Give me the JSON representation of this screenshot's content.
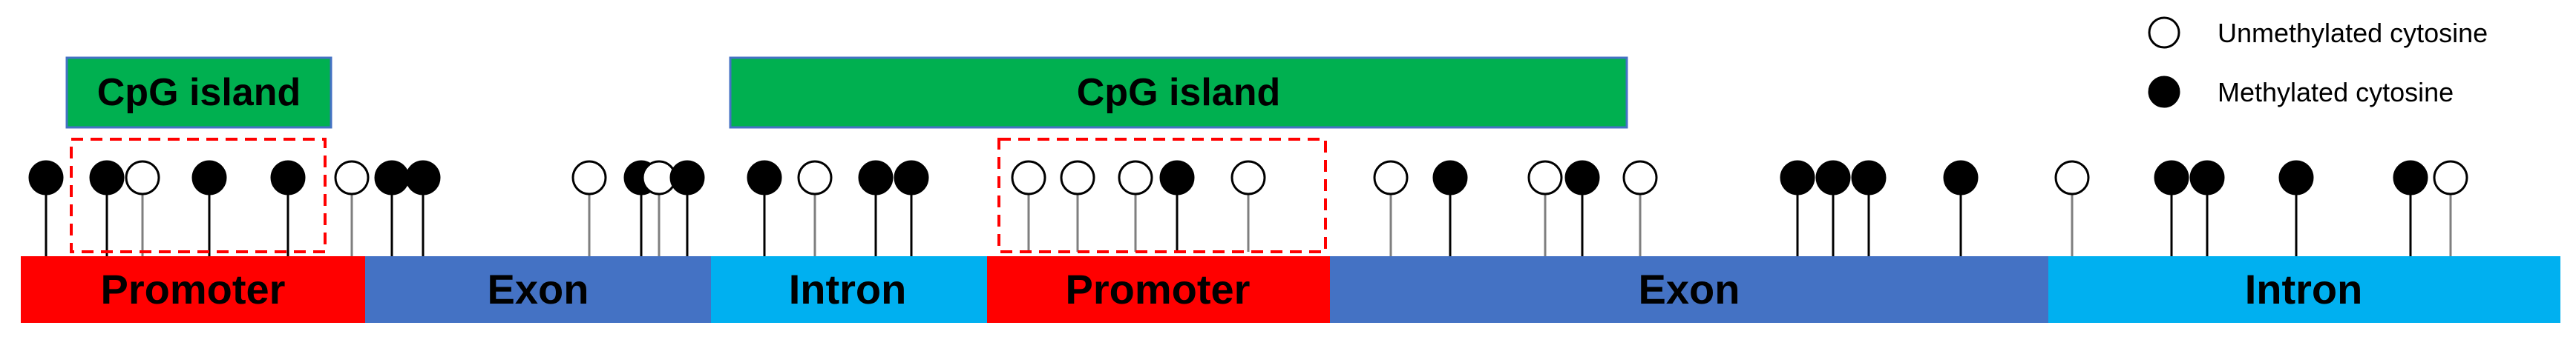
{
  "legend": {
    "unmethylated": "Unmethylated cytosine",
    "methylated": "Methylated cytosine"
  },
  "cpg_islands": [
    "CpG island",
    "CpG island"
  ],
  "segments": [
    {
      "label": "Promoter",
      "color": "#ff0000"
    },
    {
      "label": "Exon",
      "color": "#4472c4"
    },
    {
      "label": "Intron",
      "color": "#00b0f0"
    },
    {
      "label": "Promoter",
      "color": "#ff0000"
    },
    {
      "label": "Exon",
      "color": "#4472c4"
    },
    {
      "label": "Intron",
      "color": "#00b0f0"
    }
  ],
  "colors": {
    "cpg_island": "#00b050",
    "cpg_border": "#4472c4",
    "highlight_box": "#ff0000",
    "methylated": "#000000",
    "unmethylated": "#ffffff"
  },
  "sites": [
    {
      "methylated": true
    },
    {
      "methylated": true
    },
    {
      "methylated": false
    },
    {
      "methylated": true
    },
    {
      "methylated": true
    },
    {
      "methylated": false
    },
    {
      "methylated": true
    },
    {
      "methylated": true
    },
    {
      "methylated": false
    },
    {
      "methylated": true
    },
    {
      "methylated": false
    },
    {
      "methylated": true
    },
    {
      "methylated": true
    },
    {
      "methylated": false
    },
    {
      "methylated": true
    },
    {
      "methylated": true
    },
    {
      "methylated": false
    },
    {
      "methylated": false
    },
    {
      "methylated": false
    },
    {
      "methylated": true
    },
    {
      "methylated": false
    },
    {
      "methylated": false
    },
    {
      "methylated": true
    },
    {
      "methylated": false
    },
    {
      "methylated": true
    },
    {
      "methylated": false
    },
    {
      "methylated": true
    },
    {
      "methylated": true
    },
    {
      "methylated": true
    },
    {
      "methylated": true
    },
    {
      "methylated": false
    },
    {
      "methylated": true
    },
    {
      "methylated": true
    },
    {
      "methylated": true
    },
    {
      "methylated": true
    },
    {
      "methylated": false
    }
  ]
}
